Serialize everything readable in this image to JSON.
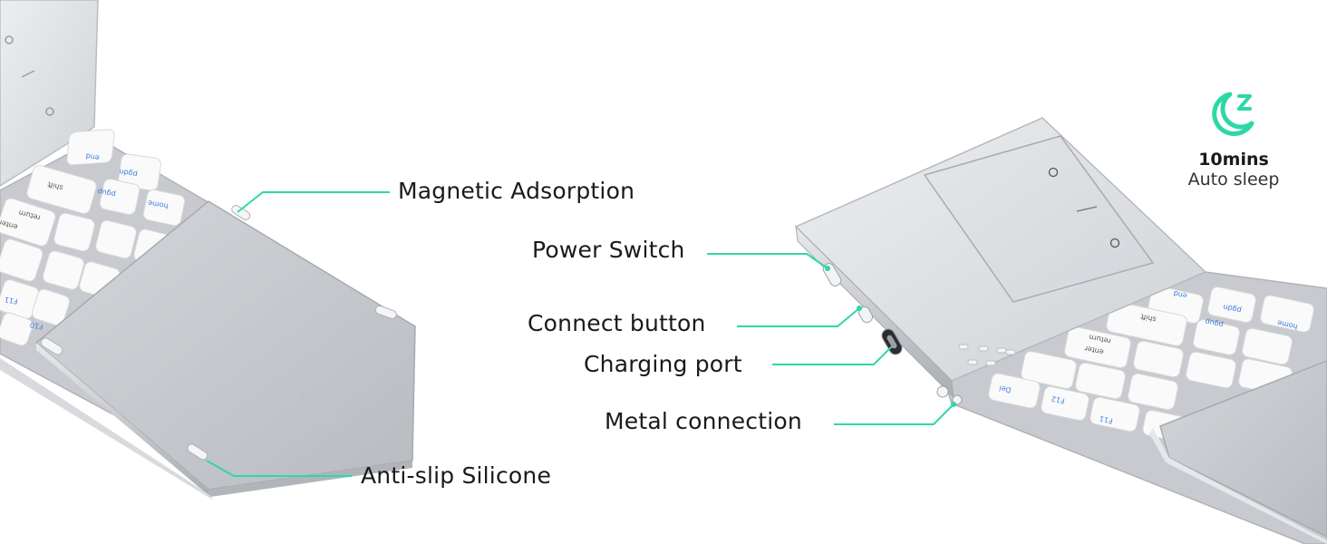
{
  "colors": {
    "accent": "#2ed8a6",
    "body_silver": "#c9cbcf",
    "panel_silver": "#dfe1e4",
    "key_white": "#fafafa",
    "key_legend_blue": "#3b7ddd",
    "label_text": "#1a1a1a"
  },
  "callouts": {
    "magnetic_adsorption": "Magnetic Adsorption",
    "power_switch": "Power Switch",
    "connect_button": "Connect button",
    "charging_port": "Charging port",
    "metal_connection": "Metal connection",
    "anti_slip_silicone": "Anti-slip Silicone"
  },
  "auto_sleep": {
    "icon": "moon-sleep-icon",
    "time": "10mins",
    "text": "Auto sleep"
  }
}
